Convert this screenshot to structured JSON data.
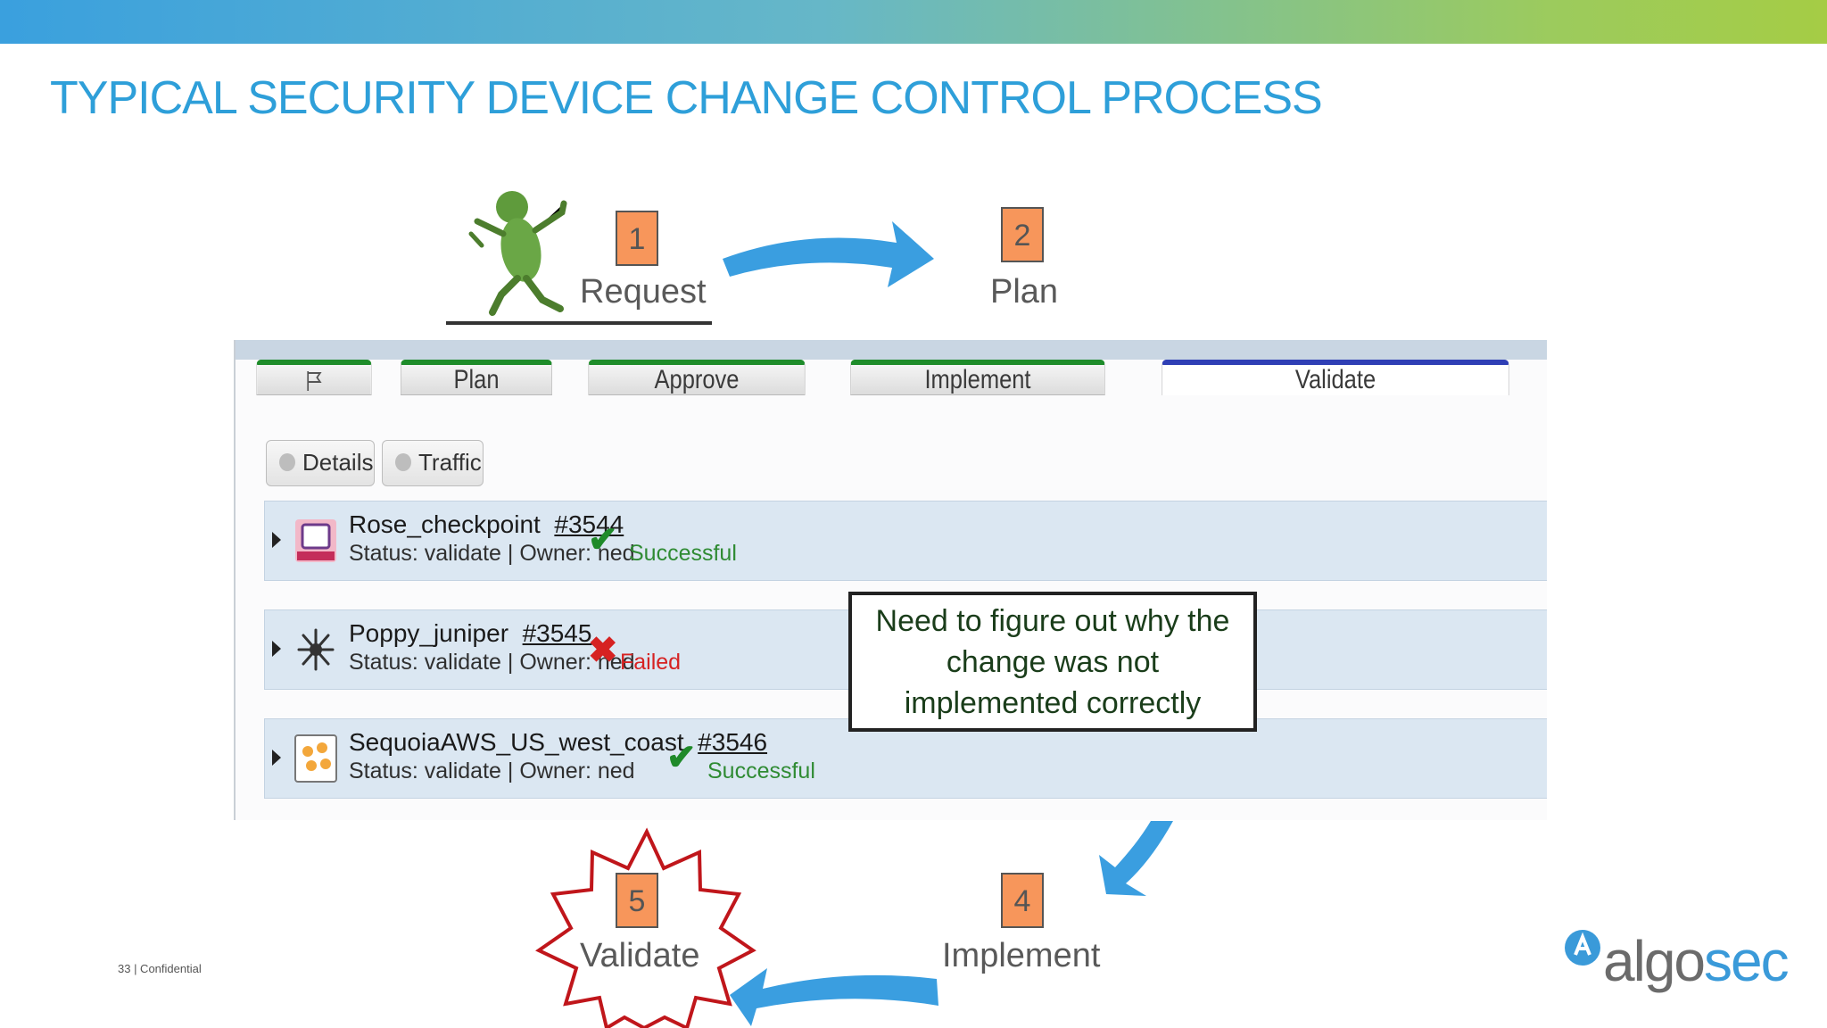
{
  "slide": {
    "title": "TYPICAL SECURITY DEVICE CHANGE CONTROL PROCESS",
    "footer": "33 | Confidential",
    "logo": {
      "part1": "algo",
      "part2": "sec"
    }
  },
  "steps": [
    {
      "number": "1",
      "label": "Request"
    },
    {
      "number": "2",
      "label": "Plan"
    },
    {
      "number": "4",
      "label": "Implement"
    },
    {
      "number": "5",
      "label": "Validate"
    }
  ],
  "screenshot": {
    "tabs": [
      {
        "label": "",
        "icon": "flag-icon"
      },
      {
        "label": "Plan"
      },
      {
        "label": "Approve"
      },
      {
        "label": "Implement"
      },
      {
        "label": "Validate",
        "active": true
      }
    ],
    "subtabs": [
      "Details",
      "Traffic"
    ],
    "rows": [
      {
        "name": "Rose_checkpoint",
        "id": "#3544",
        "status": "Status: validate  |  Owner: ned",
        "result": "Successful",
        "ok": true
      },
      {
        "name": "Poppy_juniper",
        "id": "#3545",
        "status": "Status: validate  |  Owner: ned",
        "result": "Failed",
        "ok": false
      },
      {
        "name": "SequoiaAWS_US_west_coast",
        "id": "#3546",
        "status": "Status: validate  |  Owner: ned",
        "result": "Successful",
        "ok": true
      }
    ]
  },
  "callout": {
    "line1": "Need to figure out why the",
    "line2": "change was not",
    "line3": "implemented correctly"
  },
  "colors": {
    "accent": "#2e9fd9",
    "number_box": "#f7965b",
    "arrow": "#3a9ee0",
    "star": "#c0161b"
  }
}
